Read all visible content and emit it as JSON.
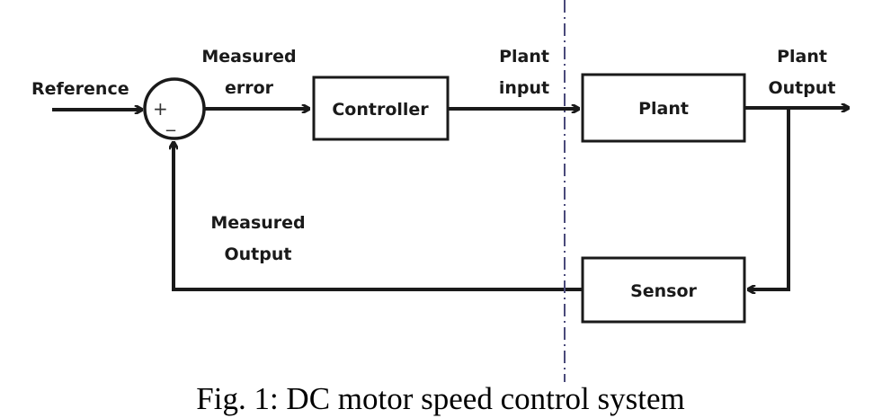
{
  "labels": {
    "reference": "Reference",
    "measured_error_1": "Measured",
    "measured_error_2": "error",
    "plant_input_1": "Plant",
    "plant_input_2": "input",
    "plant_output_1": "Plant",
    "plant_output_2": "Output",
    "measured_output_1": "Measured",
    "measured_output_2": "Output"
  },
  "blocks": {
    "controller": "Controller",
    "plant": "Plant",
    "sensor": "Sensor"
  },
  "summing_junction": {
    "plus": "+",
    "minus": "_"
  },
  "caption": "Fig. 1: DC motor speed control system",
  "colors": {
    "line": "#1a1a1a",
    "divider": "#4a4a7a"
  }
}
